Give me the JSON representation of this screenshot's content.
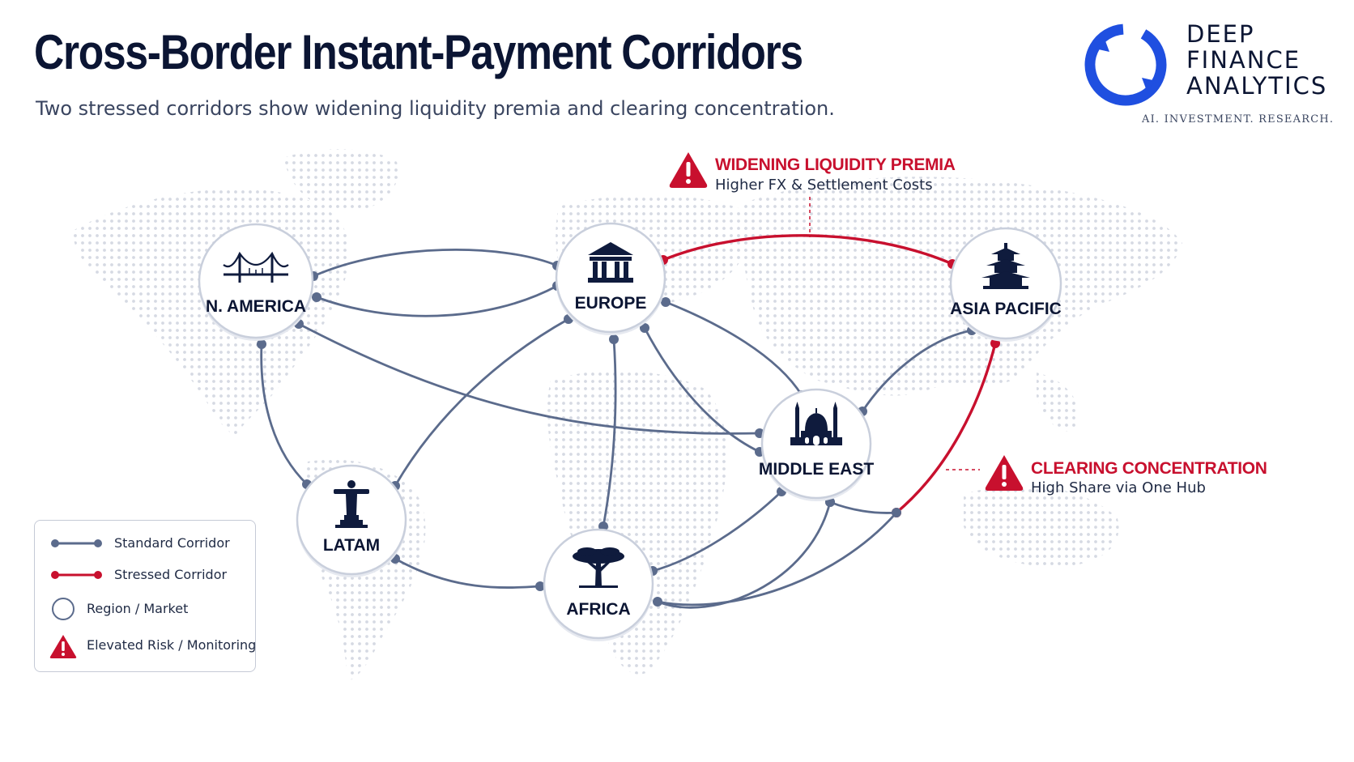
{
  "header": {
    "title": "Cross-Border Instant-Payment Corridors",
    "subtitle": "Two stressed corridors show widening liquidity premia and clearing concentration."
  },
  "logo": {
    "lines": [
      "DEEP",
      "FINANCE",
      "ANALYTICS"
    ],
    "tagline": "AI. INVESTMENT. RESEARCH."
  },
  "colors": {
    "standard": "#5b6b8c",
    "stressed": "#c8102e",
    "node_border": "#c9cfdc",
    "text": "#0b1533",
    "logo_blue": "#1f4fe0"
  },
  "regions": [
    {
      "id": "na",
      "label": "N. AMERICA",
      "icon": "bridge-icon"
    },
    {
      "id": "eu",
      "label": "EUROPE",
      "icon": "bank-icon"
    },
    {
      "id": "ap",
      "label": "ASIA PACIFIC",
      "icon": "pagoda-icon"
    },
    {
      "id": "me",
      "label": "MIDDLE EAST",
      "icon": "mosque-icon"
    },
    {
      "id": "la",
      "label": "LATAM",
      "icon": "christ-statue-icon"
    },
    {
      "id": "af",
      "label": "AFRICA",
      "icon": "acacia-tree-icon"
    }
  ],
  "corridors": [
    {
      "from": "na",
      "to": "eu",
      "status": "standard"
    },
    {
      "from": "na",
      "to": "eu",
      "status": "standard"
    },
    {
      "from": "na",
      "to": "me",
      "status": "standard"
    },
    {
      "from": "na",
      "to": "la",
      "status": "standard"
    },
    {
      "from": "eu",
      "to": "la",
      "status": "standard"
    },
    {
      "from": "eu",
      "to": "af",
      "status": "standard"
    },
    {
      "from": "eu",
      "to": "me",
      "status": "standard"
    },
    {
      "from": "eu",
      "to": "me",
      "status": "standard"
    },
    {
      "from": "eu",
      "to": "ap",
      "status": "stressed"
    },
    {
      "from": "ap",
      "to": "me",
      "status": "standard"
    },
    {
      "from": "ap",
      "to": "af",
      "status": "stressed"
    },
    {
      "from": "la",
      "to": "af",
      "status": "standard"
    },
    {
      "from": "me",
      "to": "af",
      "status": "standard"
    },
    {
      "from": "me",
      "to": "af",
      "status": "standard"
    }
  ],
  "annotations": [
    {
      "id": "liquidity",
      "title": "WIDENING LIQUIDITY PREMIA",
      "subtitle": "Higher FX & Settlement Costs",
      "icon": "warning-icon"
    },
    {
      "id": "clearing",
      "title": "CLEARING CONCENTRATION",
      "subtitle": "High Share via One Hub",
      "icon": "warning-icon"
    }
  ],
  "legend": [
    {
      "label": "Standard Corridor",
      "icon": "standard-line-icon"
    },
    {
      "label": "Stressed Corridor",
      "icon": "stressed-line-icon"
    },
    {
      "label": "Region / Market",
      "icon": "circle-icon"
    },
    {
      "label": "Elevated Risk / Monitoring",
      "icon": "warning-icon"
    }
  ]
}
